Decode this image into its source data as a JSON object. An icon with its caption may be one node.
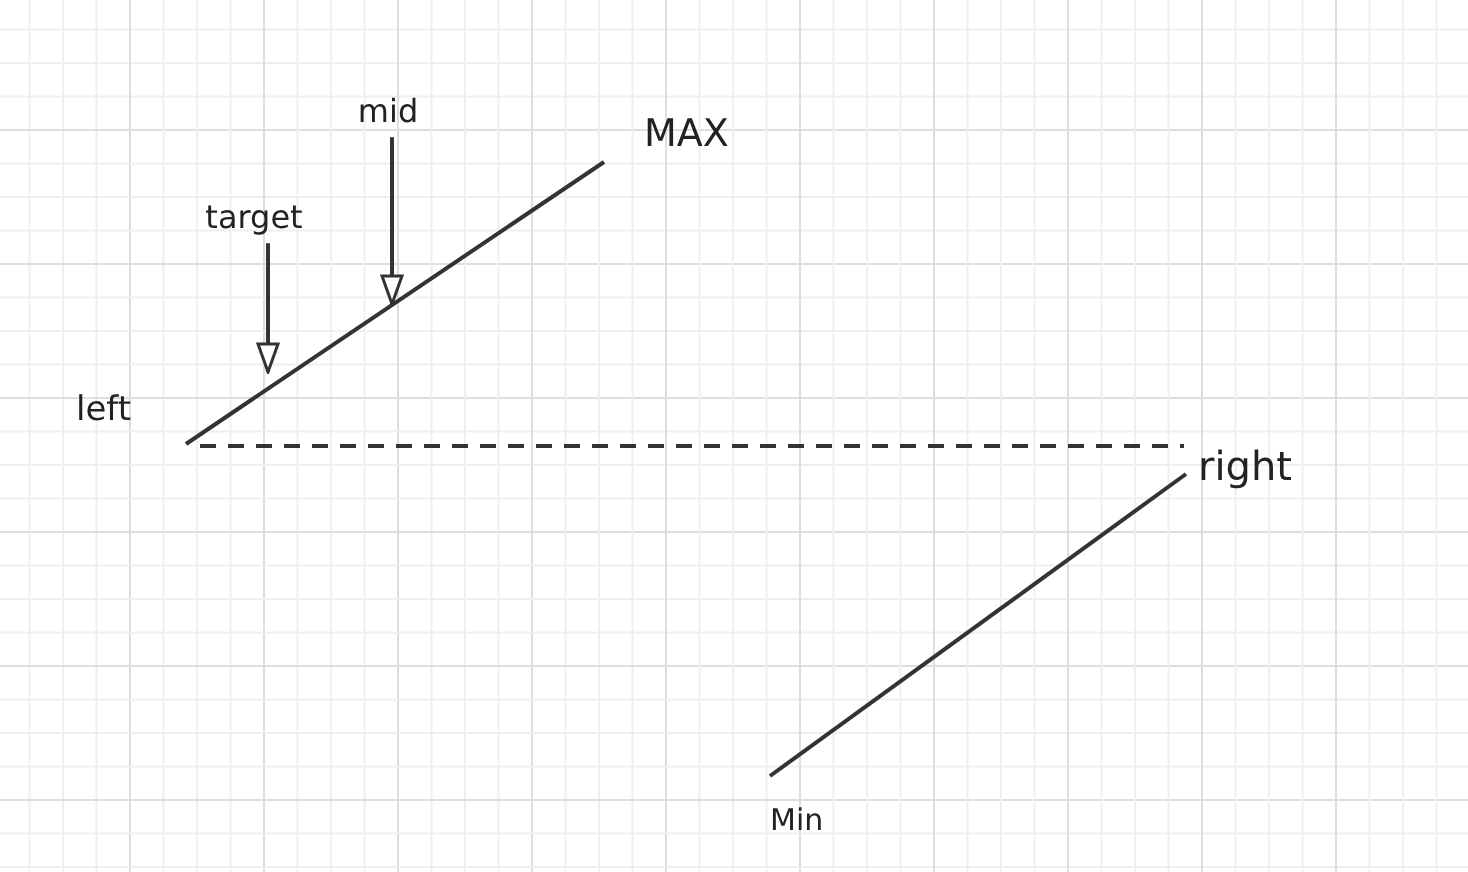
{
  "diagram": {
    "nodes": [
      {
        "text": [
          "target"
        ]
      },
      {
        "text": [
          "mid"
        ]
      }
    ],
    "edges": [
      {
        "from": 0,
        "to": null,
        "arrow": "to"
      },
      {
        "from": 1,
        "to": null,
        "arrow": "to"
      }
    ],
    "labels": [
      "MAX",
      "left",
      "right",
      "Min"
    ]
  }
}
